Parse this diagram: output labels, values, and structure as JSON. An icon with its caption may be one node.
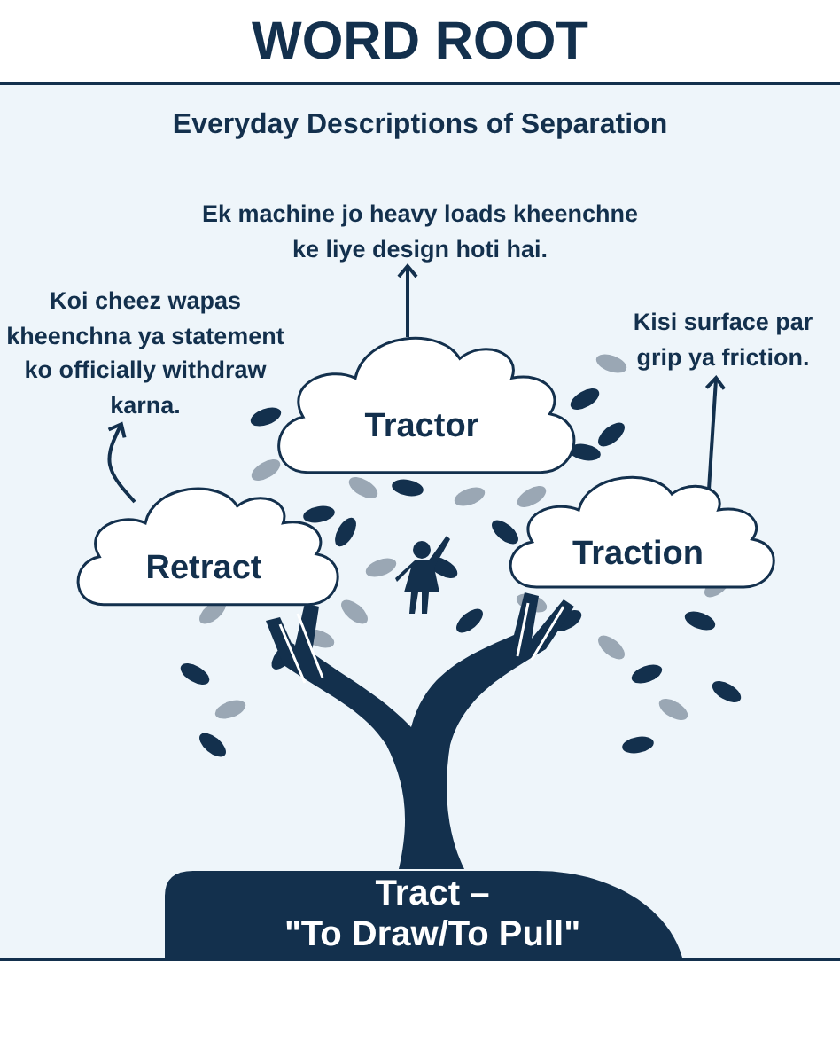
{
  "diagram": {
    "title": "WORD ROOT",
    "nodes": [
      {
        "text": [
          "Tract –",
          "\"To Draw/To Pull\""
        ]
      },
      {
        "text": [
          "Retract"
        ]
      },
      {
        "text": [
          "Tractor"
        ]
      },
      {
        "text": [
          "Traction"
        ]
      },
      {
        "text": [
          "Koi cheez wapas kheenchna ya statement ko officially withdraw karna."
        ]
      },
      {
        "text": [
          "Ek machine jo heavy loads kheenchne ke liye design hoti hai."
        ]
      },
      {
        "text": [
          "Kisi surface par grip ya friction."
        ]
      }
    ],
    "edges": [
      {
        "from": 1,
        "to": 4,
        "arrow": "to"
      },
      {
        "from": 2,
        "to": 5,
        "arrow": "to"
      },
      {
        "from": 3,
        "to": 6,
        "arrow": "to"
      }
    ],
    "labels": [
      "Everyday Descriptions of Separation"
    ]
  }
}
